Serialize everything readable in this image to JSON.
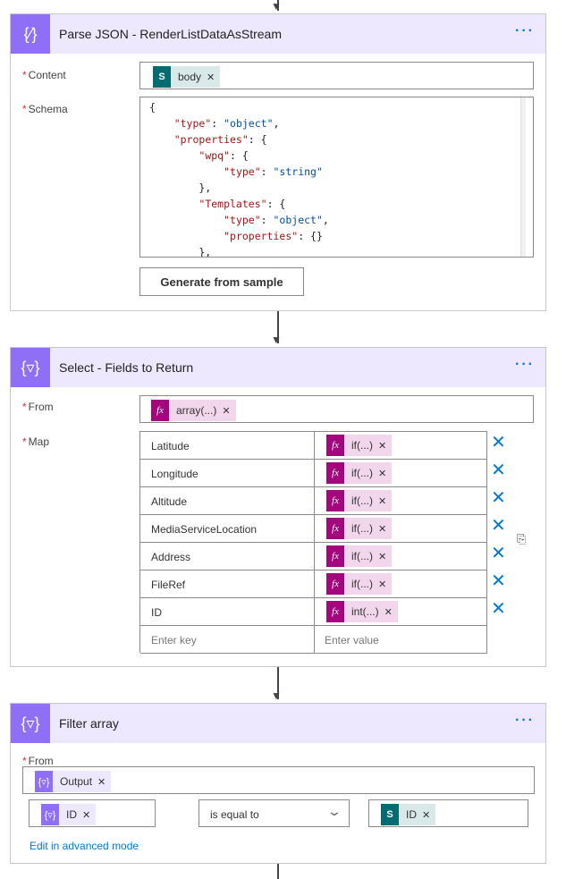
{
  "parse_json": {
    "title": "Parse JSON - RenderListDataAsStream",
    "more": "···",
    "content_label": "Content",
    "content_token": "body",
    "schema_label": "Schema",
    "schema_lines": [
      [
        "{",
        "",
        ""
      ],
      [
        "    ",
        "\"type\"",
        ": ",
        "\"object\"",
        ","
      ],
      [
        "    ",
        "\"properties\"",
        ": {",
        "",
        ""
      ],
      [
        "        ",
        "\"wpq\"",
        ": {",
        "",
        ""
      ],
      [
        "            ",
        "\"type\"",
        ": ",
        "\"string\"",
        ""
      ],
      [
        "        },",
        "",
        ""
      ],
      [
        "        ",
        "\"Templates\"",
        ": {",
        "",
        ""
      ],
      [
        "            ",
        "\"type\"",
        ": ",
        "\"object\"",
        ","
      ],
      [
        "            ",
        "\"properties\"",
        ": {}",
        "",
        ""
      ],
      [
        "        },",
        "",
        ""
      ]
    ],
    "generate_button": "Generate from sample"
  },
  "select": {
    "title": "Select - Fields to Return",
    "more": "···",
    "from_label": "From",
    "from_token": "array(...)",
    "map_label": "Map",
    "rows": [
      {
        "key": "Latitude",
        "value": "if(...)"
      },
      {
        "key": "Longitude",
        "value": "if(...)"
      },
      {
        "key": "Altitude",
        "value": "if(...)"
      },
      {
        "key": "MediaServiceLocation",
        "value": "if(...)"
      },
      {
        "key": "Address",
        "value": "if(...)"
      },
      {
        "key": "FileRef",
        "value": "if(...)"
      },
      {
        "key": "ID",
        "value": "int(...)"
      }
    ],
    "key_placeholder": "Enter key",
    "value_placeholder": "Enter value"
  },
  "filter": {
    "title": "Filter array",
    "more": "···",
    "from_label": "From",
    "from_token": "Output",
    "left_token": "ID",
    "operator": "is equal to",
    "right_token": "ID",
    "advanced_link": "Edit in advanced mode"
  },
  "colors": {
    "accent": "#8f6ff5",
    "header_bg": "#ede8fd",
    "link": "#0078d4",
    "sharepoint": "#036c70",
    "expression": "#a4067e"
  }
}
